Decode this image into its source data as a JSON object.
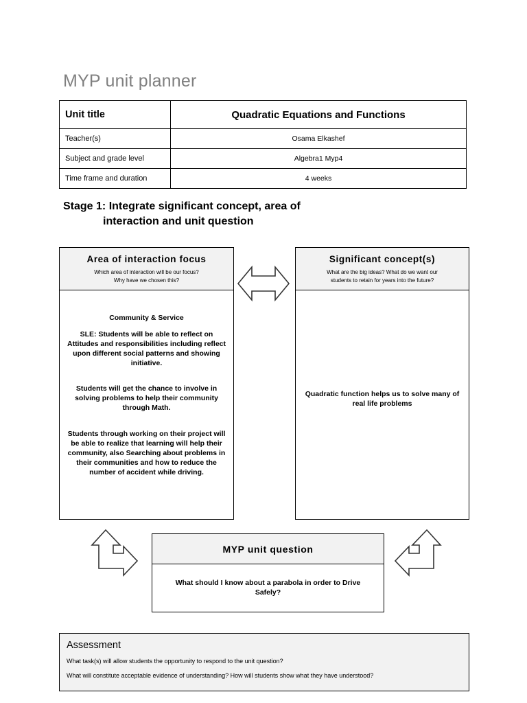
{
  "document": {
    "title": "MYP unit planner",
    "title_color": "#808080"
  },
  "info_table": {
    "rows": [
      {
        "label": "Unit title",
        "value": "Quadratic Equations and Functions"
      },
      {
        "label": "Teacher(s)",
        "value": "Osama Elkashef"
      },
      {
        "label": "Subject and grade level",
        "value": "Algebra1 Myp4"
      },
      {
        "label": "Time frame and duration",
        "value": "4 weeks"
      }
    ]
  },
  "stage_heading": {
    "line1": "Stage 1: Integrate significant concept, area of",
    "line2": "interaction and unit question"
  },
  "area_of_interaction": {
    "title": "Area of interaction focus",
    "prompt_line1": "Which area of interaction will be our focus?",
    "prompt_line2": "Why have we chosen this?",
    "body": [
      "Community & Service",
      "SLE: Students will be able to reflect on Attitudes and responsibilities including reflect upon different social patterns and showing initiative.",
      "Students will get the chance to involve in solving problems to help their community through Math.",
      "Students through working on their project will be able to realize that learning will help their community, also Searching about problems in their communities and how to reduce the number of accident while driving."
    ]
  },
  "significant_concept": {
    "title": "Significant concept(s)",
    "prompt_line1": "What are the big ideas? What do we want our",
    "prompt_line2": "students to retain for years into the future?",
    "body": "Quadratic function helps us to solve many of real life problems"
  },
  "unit_question": {
    "title": "MYP unit question",
    "body": "What should I know about a parabola in order to Drive Safely?"
  },
  "assessment": {
    "title": "Assessment",
    "line1": "What task(s) will allow students the opportunity to respond to the unit question?",
    "line2": "What will constitute acceptable evidence of understanding? How will students show what they have understood?"
  },
  "arrows": {
    "center": "double-headed-horizontal-arrow",
    "left_bottom": "bent-arrow-up-right",
    "right_bottom": "bent-arrow-up-left"
  }
}
